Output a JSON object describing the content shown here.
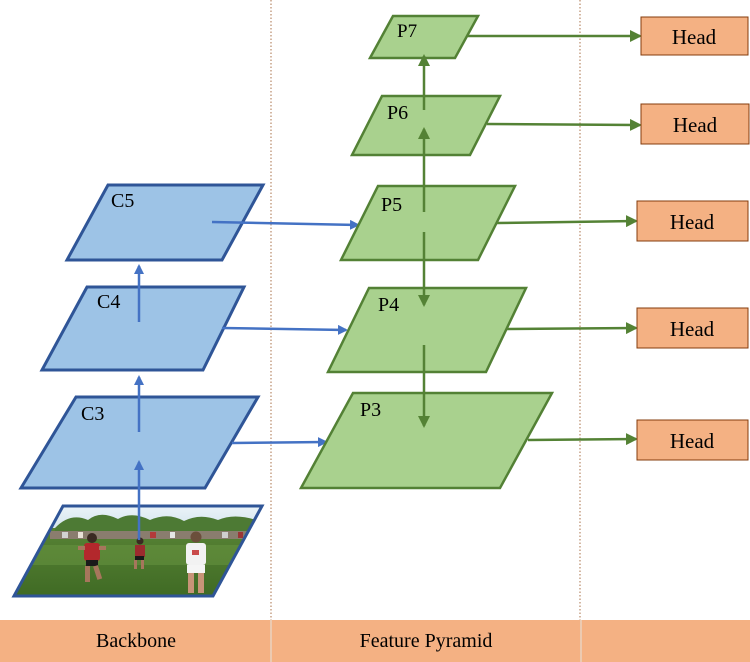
{
  "backbone_levels": [
    {
      "id": "c5",
      "label": "C5"
    },
    {
      "id": "c4",
      "label": "C4"
    },
    {
      "id": "c3",
      "label": "C3"
    }
  ],
  "pyramid_levels": [
    {
      "id": "p7",
      "label": "P7"
    },
    {
      "id": "p6",
      "label": "P6"
    },
    {
      "id": "p5",
      "label": "P5"
    },
    {
      "id": "p4",
      "label": "P4"
    },
    {
      "id": "p3",
      "label": "P3"
    }
  ],
  "heads": [
    {
      "id": "head-p7",
      "label": "Head"
    },
    {
      "id": "head-p6",
      "label": "Head"
    },
    {
      "id": "head-p5",
      "label": "Head"
    },
    {
      "id": "head-p4",
      "label": "Head"
    },
    {
      "id": "head-p3",
      "label": "Head"
    }
  ],
  "footer": {
    "backbone_label": "Backbone",
    "pyramid_label": "Feature Pyramid"
  },
  "colors": {
    "backbone_fill": "#9dc3e6",
    "backbone_stroke": "#2f5597",
    "backbone_arrow": "#4472c4",
    "pyramid_fill": "#a9d18e",
    "pyramid_stroke": "#538135",
    "pyramid_arrow": "#548235",
    "head_fill": "#f4b183",
    "head_stroke": "#843c0c",
    "footer_fill": "#f4b183",
    "divider": "#a9714a"
  }
}
